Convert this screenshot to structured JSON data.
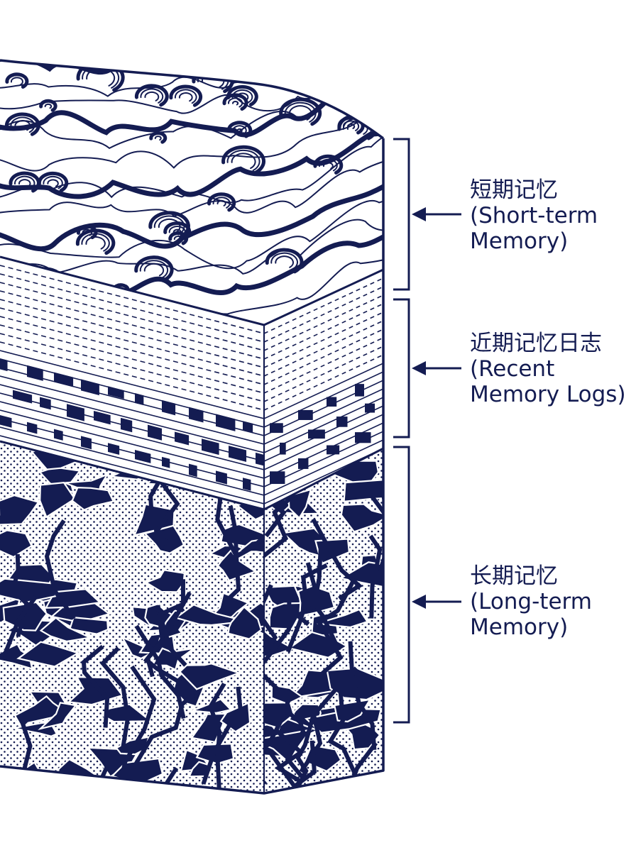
{
  "colors": {
    "ink": "#141c52",
    "paper": "#ffffff",
    "dot_bg": "#f2f2f6"
  },
  "layers": [
    {
      "name_zh": "短期记忆",
      "name_en_1": "(Short-term",
      "name_en_2": "Memory)",
      "pattern": "swirl"
    },
    {
      "name_zh": "近期记忆日志",
      "name_en_1": "(Recent",
      "name_en_2": "Memory Logs)",
      "pattern": "dashed-lines"
    },
    {
      "name_zh": "长期记忆",
      "name_en_1": "(Long-term",
      "name_en_2": "Memory)",
      "pattern": "cracked-stipple"
    }
  ],
  "icons": [
    "left-arrow-icon",
    "bracket-icon"
  ]
}
